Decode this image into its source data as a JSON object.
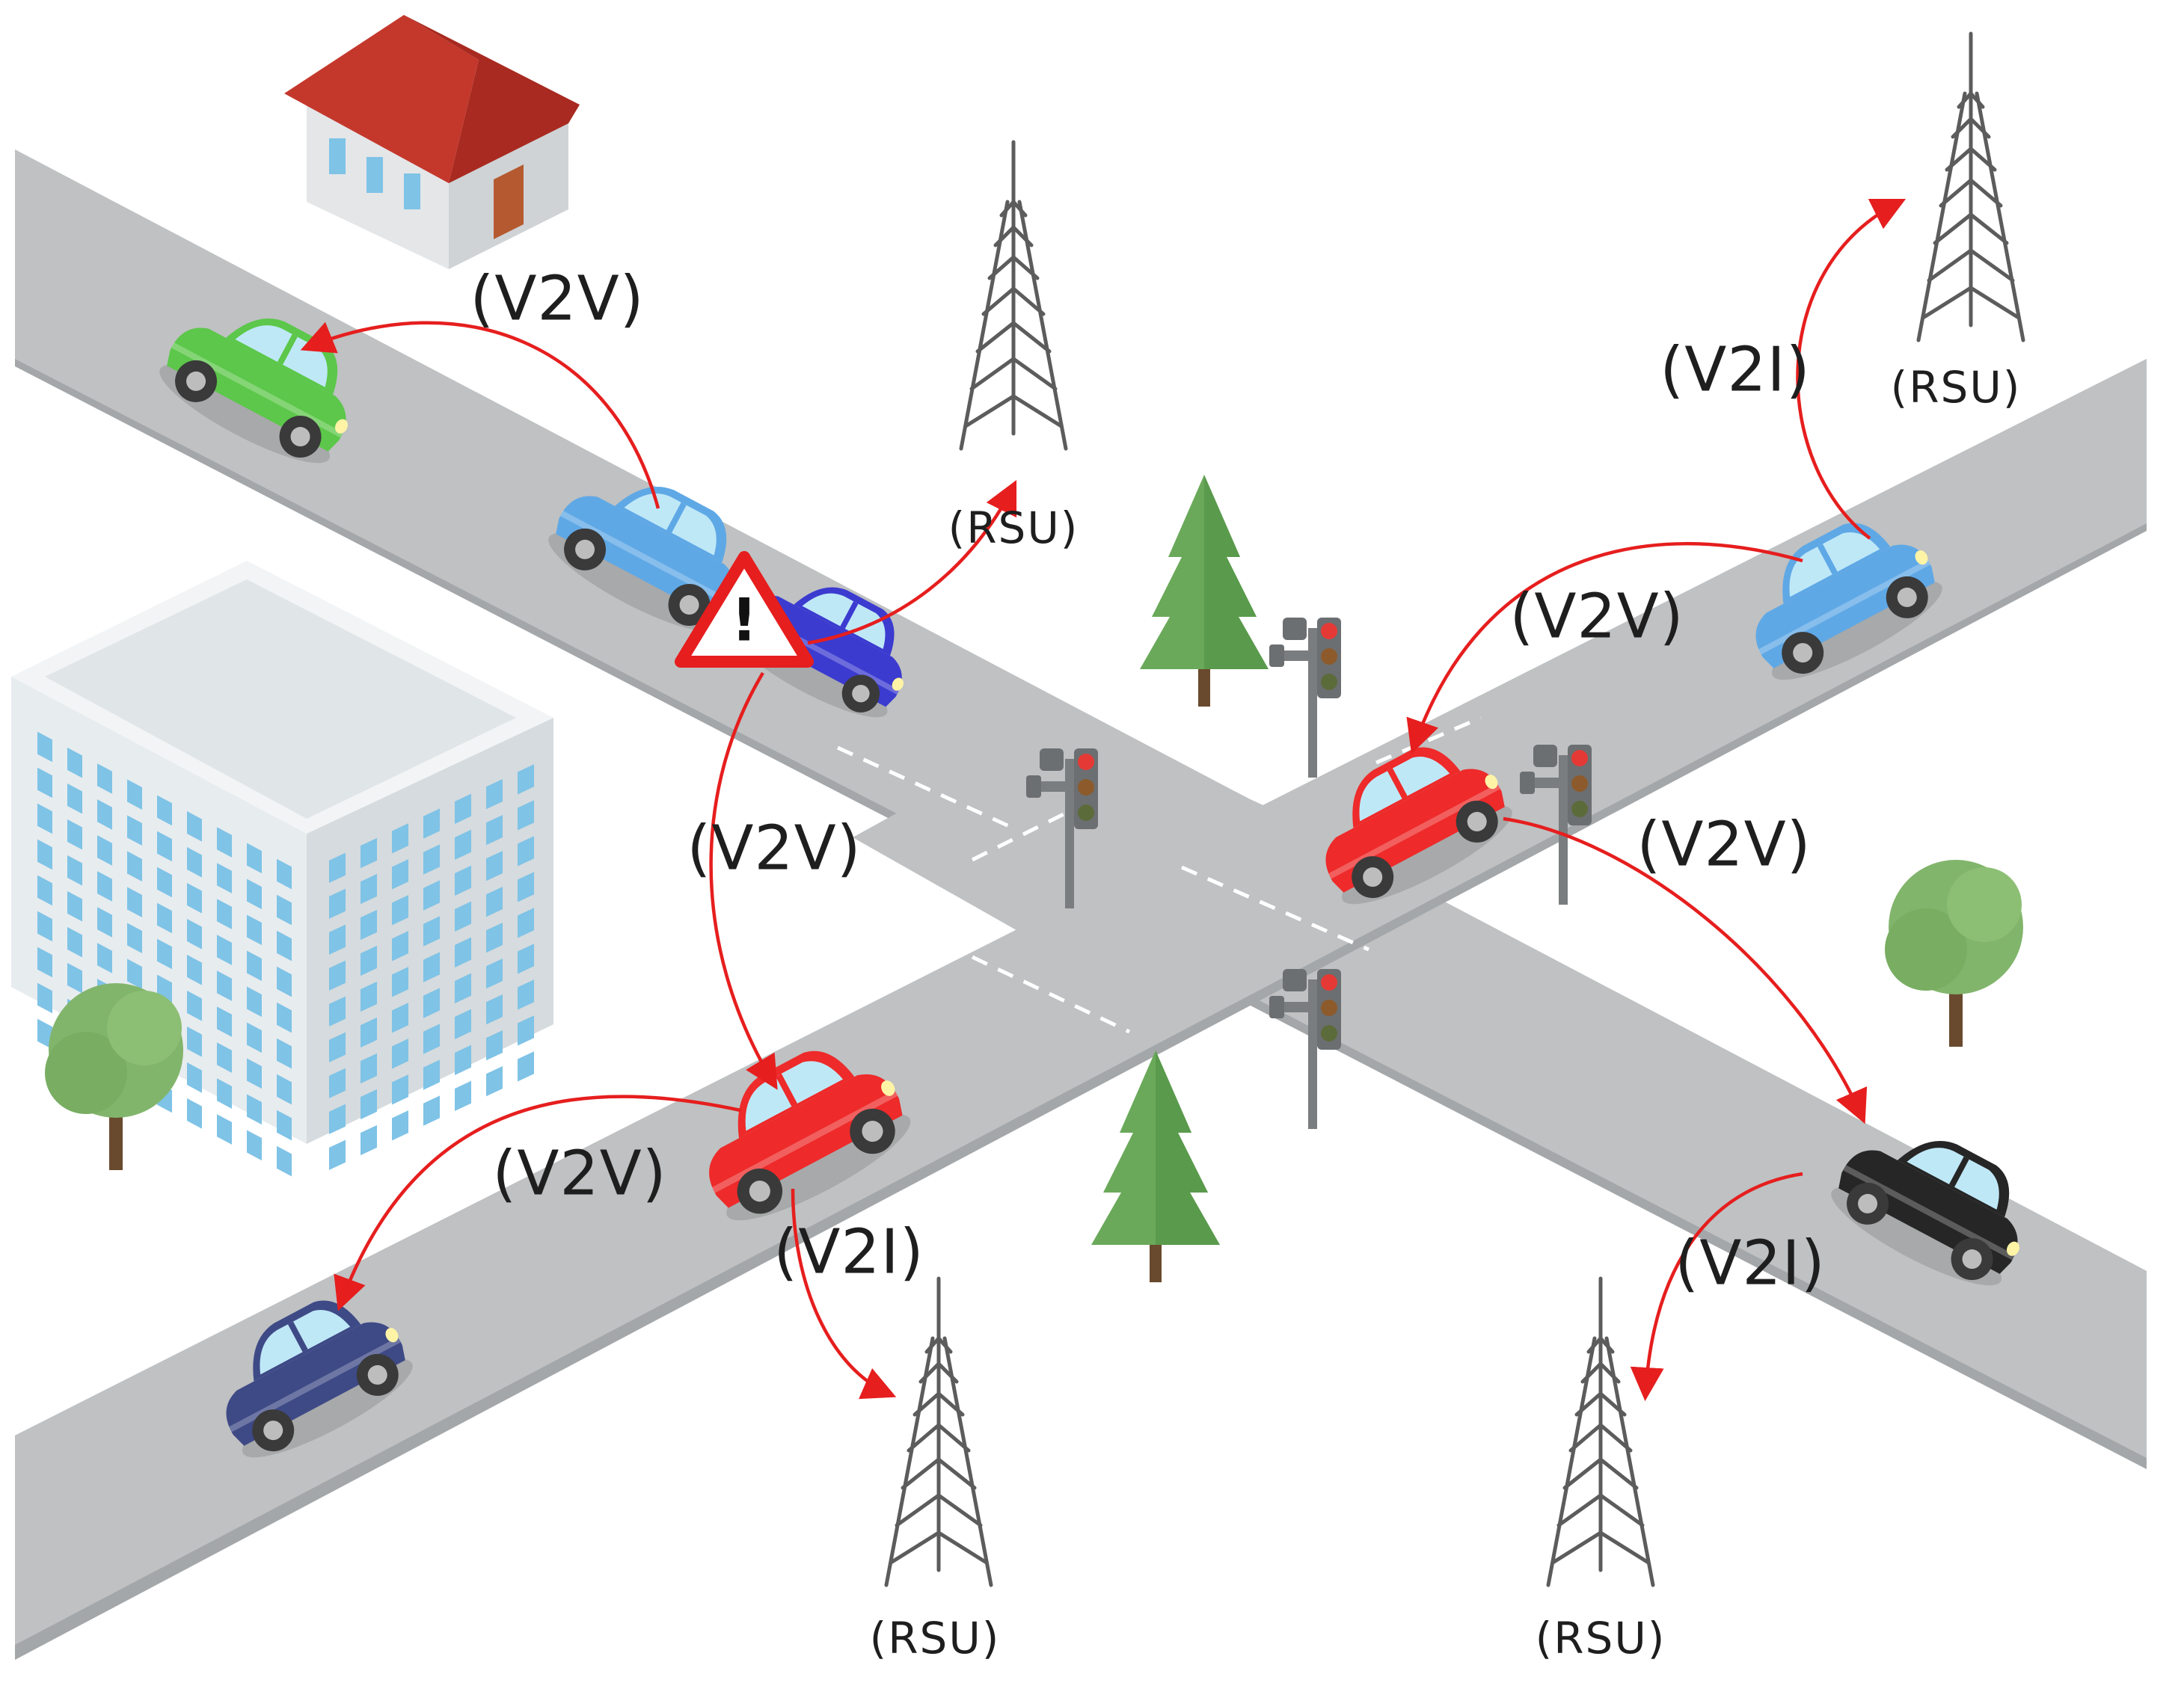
{
  "colors": {
    "road": "#bfc1c2",
    "link_arrow": "#e61e1e",
    "tree": "#6aa95a",
    "building": "#e7ecef",
    "window": "#7fc3e6"
  },
  "labels": {
    "v2v_top": "(V2V)",
    "v2v_center": "(V2V)",
    "v2v_bottom_left": "(V2V)",
    "v2v_right_upper": "(V2V)",
    "v2v_right_lower": "(V2V)",
    "v2i_top_right": "(V2I)",
    "v2i_bottom_center": "(V2I)",
    "v2i_bottom_right": "(V2I)",
    "rsu_center": "(RSU)",
    "rsu_top_right": "(RSU)",
    "rsu_bottom_center": "(RSU)",
    "rsu_bottom_right": "(RSU)"
  },
  "icons": [
    "house-icon",
    "office-building-icon",
    "rsu-tower-icon",
    "traffic-light-icon",
    "pine-tree-icon",
    "round-tree-icon",
    "car-icon",
    "warning-sign-icon"
  ],
  "warning_sign": {
    "glyph": "!"
  }
}
